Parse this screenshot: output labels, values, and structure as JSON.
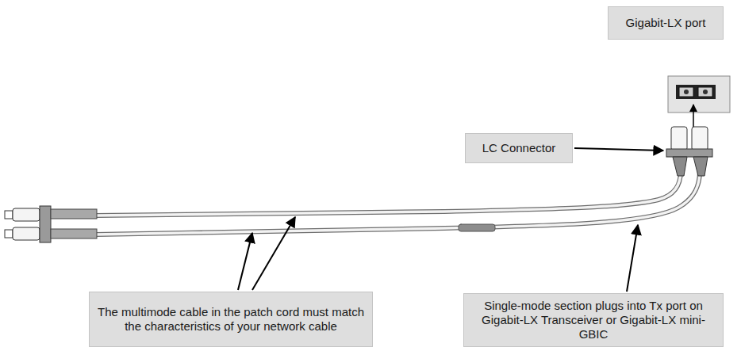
{
  "diagram": {
    "nodes": [
      {
        "text": [
          "Gigabit-LX port"
        ]
      },
      {
        "text": [
          "LC Connector"
        ]
      },
      {
        "text": [
          "The multimode cable in the patch cord must match the characteristics of your network cable"
        ]
      },
      {
        "text": [
          "Single-mode section plugs into Tx port on Gigabit-LX Transceiver or Gigabit-LX mini-GBIC"
        ]
      }
    ]
  }
}
